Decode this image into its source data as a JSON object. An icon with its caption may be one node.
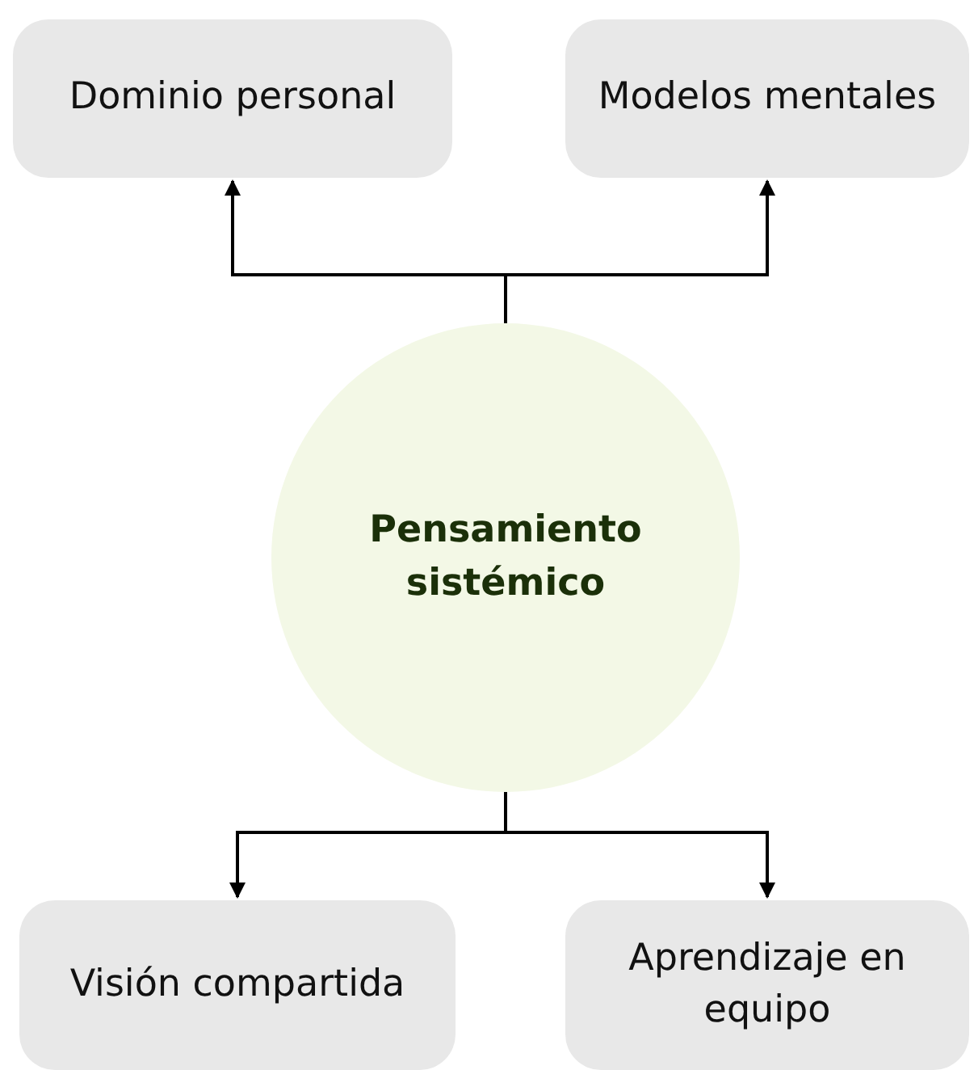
{
  "diagram": {
    "nodes": [
      {
        "text": [
          "Dominio personal"
        ]
      },
      {
        "text": [
          "Modelos mentales"
        ]
      },
      {
        "text": [
          "Pensamiento sistémico"
        ]
      },
      {
        "text": [
          "Visión compartida"
        ]
      },
      {
        "text": [
          "Aprendizaje en equipo"
        ]
      }
    ],
    "edges": [
      {
        "from": 2,
        "to": 0,
        "arrow": "to"
      },
      {
        "from": 2,
        "to": 1,
        "arrow": "to"
      },
      {
        "from": 2,
        "to": 3,
        "arrow": "to"
      },
      {
        "from": 2,
        "to": 4,
        "arrow": "to"
      }
    ]
  }
}
